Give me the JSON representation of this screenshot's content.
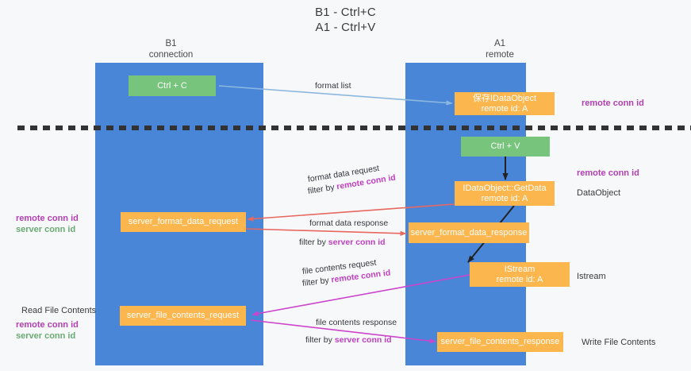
{
  "title": {
    "line1": "B1 - Ctrl+C",
    "line2": "A1 - Ctrl+V"
  },
  "columns": [
    {
      "name": "B1",
      "sub": "connection"
    },
    {
      "name": "A1",
      "sub": "remote"
    }
  ],
  "boxes": {
    "ctrl_c": "Ctrl + C",
    "ctrl_v": "Ctrl + V",
    "save_idataobject_l1": "保存IDataObject",
    "save_idataobject_l2": "remote id: A",
    "getdata_l1": "IDataObject::GetData",
    "getdata_l2": "remote id: A",
    "istream_l1": "IStream",
    "istream_l2": "remote id: A",
    "server_format_data_request": "server_format_data_request",
    "server_format_data_response": "server_format_data_response",
    "server_file_contents_request": "server_file_contents_request",
    "server_file_contents_response": "server_file_contents_response"
  },
  "right_labels": {
    "remote_conn_id_top": "remote conn id",
    "remote_conn_id_mid": "remote conn id",
    "dataobject": "DataObject",
    "istream": "Istream",
    "write_file_contents": "Write File Contents"
  },
  "left_labels": {
    "remote_conn_id_1": "remote conn id",
    "server_conn_id_1": "server conn id",
    "read_file_contents": "Read File Contents",
    "remote_conn_id_2": "remote conn id",
    "server_conn_id_2": "server conn id"
  },
  "edges": {
    "format_list": "format list",
    "format_data_request": "format data request",
    "format_data_request_filter_prefix": "filter by ",
    "format_data_request_filter_value": "remote conn id",
    "format_data_response": "format data response",
    "format_data_response_filter_prefix": "filter by ",
    "format_data_response_filter_value": "server conn id",
    "file_contents_request": "file contents request",
    "file_contents_request_filter_prefix": "filter by ",
    "file_contents_request_filter_value": "remote conn id",
    "file_contents_response": "file contents response",
    "file_contents_response_filter_prefix": "filter by ",
    "file_contents_response_filter_value": "server conn id"
  },
  "colors": {
    "lane": "#4a86d8",
    "green_box": "#77c47d",
    "orange_box": "#fbb64d",
    "arrow_blue": "#8cb8e0",
    "arrow_red": "#e8685f",
    "arrow_magenta": "#cc44cc",
    "arrow_black": "#222222",
    "divider": "#333333",
    "purple_text": "#b23fb2",
    "green_text": "#6aab72"
  }
}
